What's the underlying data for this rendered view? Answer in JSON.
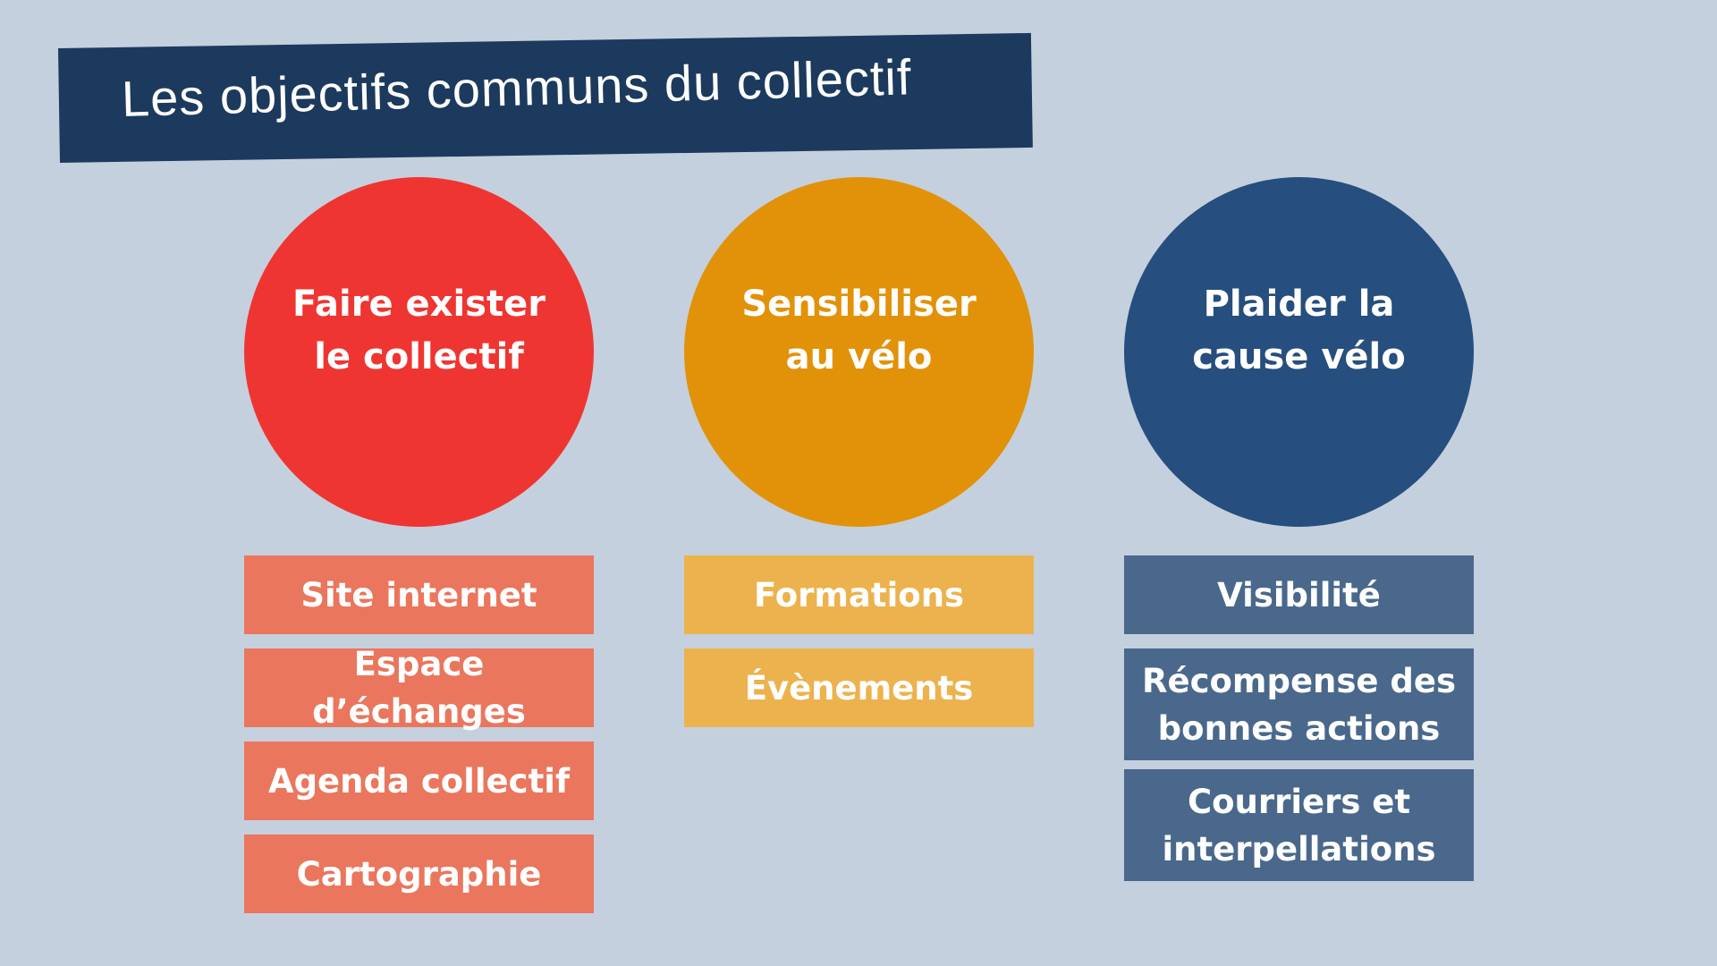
{
  "title": "Les objectifs communs du collectif",
  "colors": {
    "background": "#c5d0de",
    "banner": "#1c3a5e",
    "red": "#ef3532",
    "red_light": "#ea765d",
    "orange": "#e29208",
    "orange_light": "#ecb24d",
    "navy": "#264e7e",
    "navy_light": "#49688c"
  },
  "goals": [
    {
      "title": "Faire exister\nle collectif",
      "items": [
        "Site internet",
        "Espace d’échanges",
        "Agenda collectif",
        "Cartographie"
      ]
    },
    {
      "title": "Sensibiliser\nau vélo",
      "items": [
        "Formations",
        "Évènements"
      ]
    },
    {
      "title": "Plaider la\ncause vélo",
      "items": [
        "Visibilité",
        "Récompense des\nbonnes actions",
        "Courriers et\ninterpellations"
      ]
    }
  ]
}
